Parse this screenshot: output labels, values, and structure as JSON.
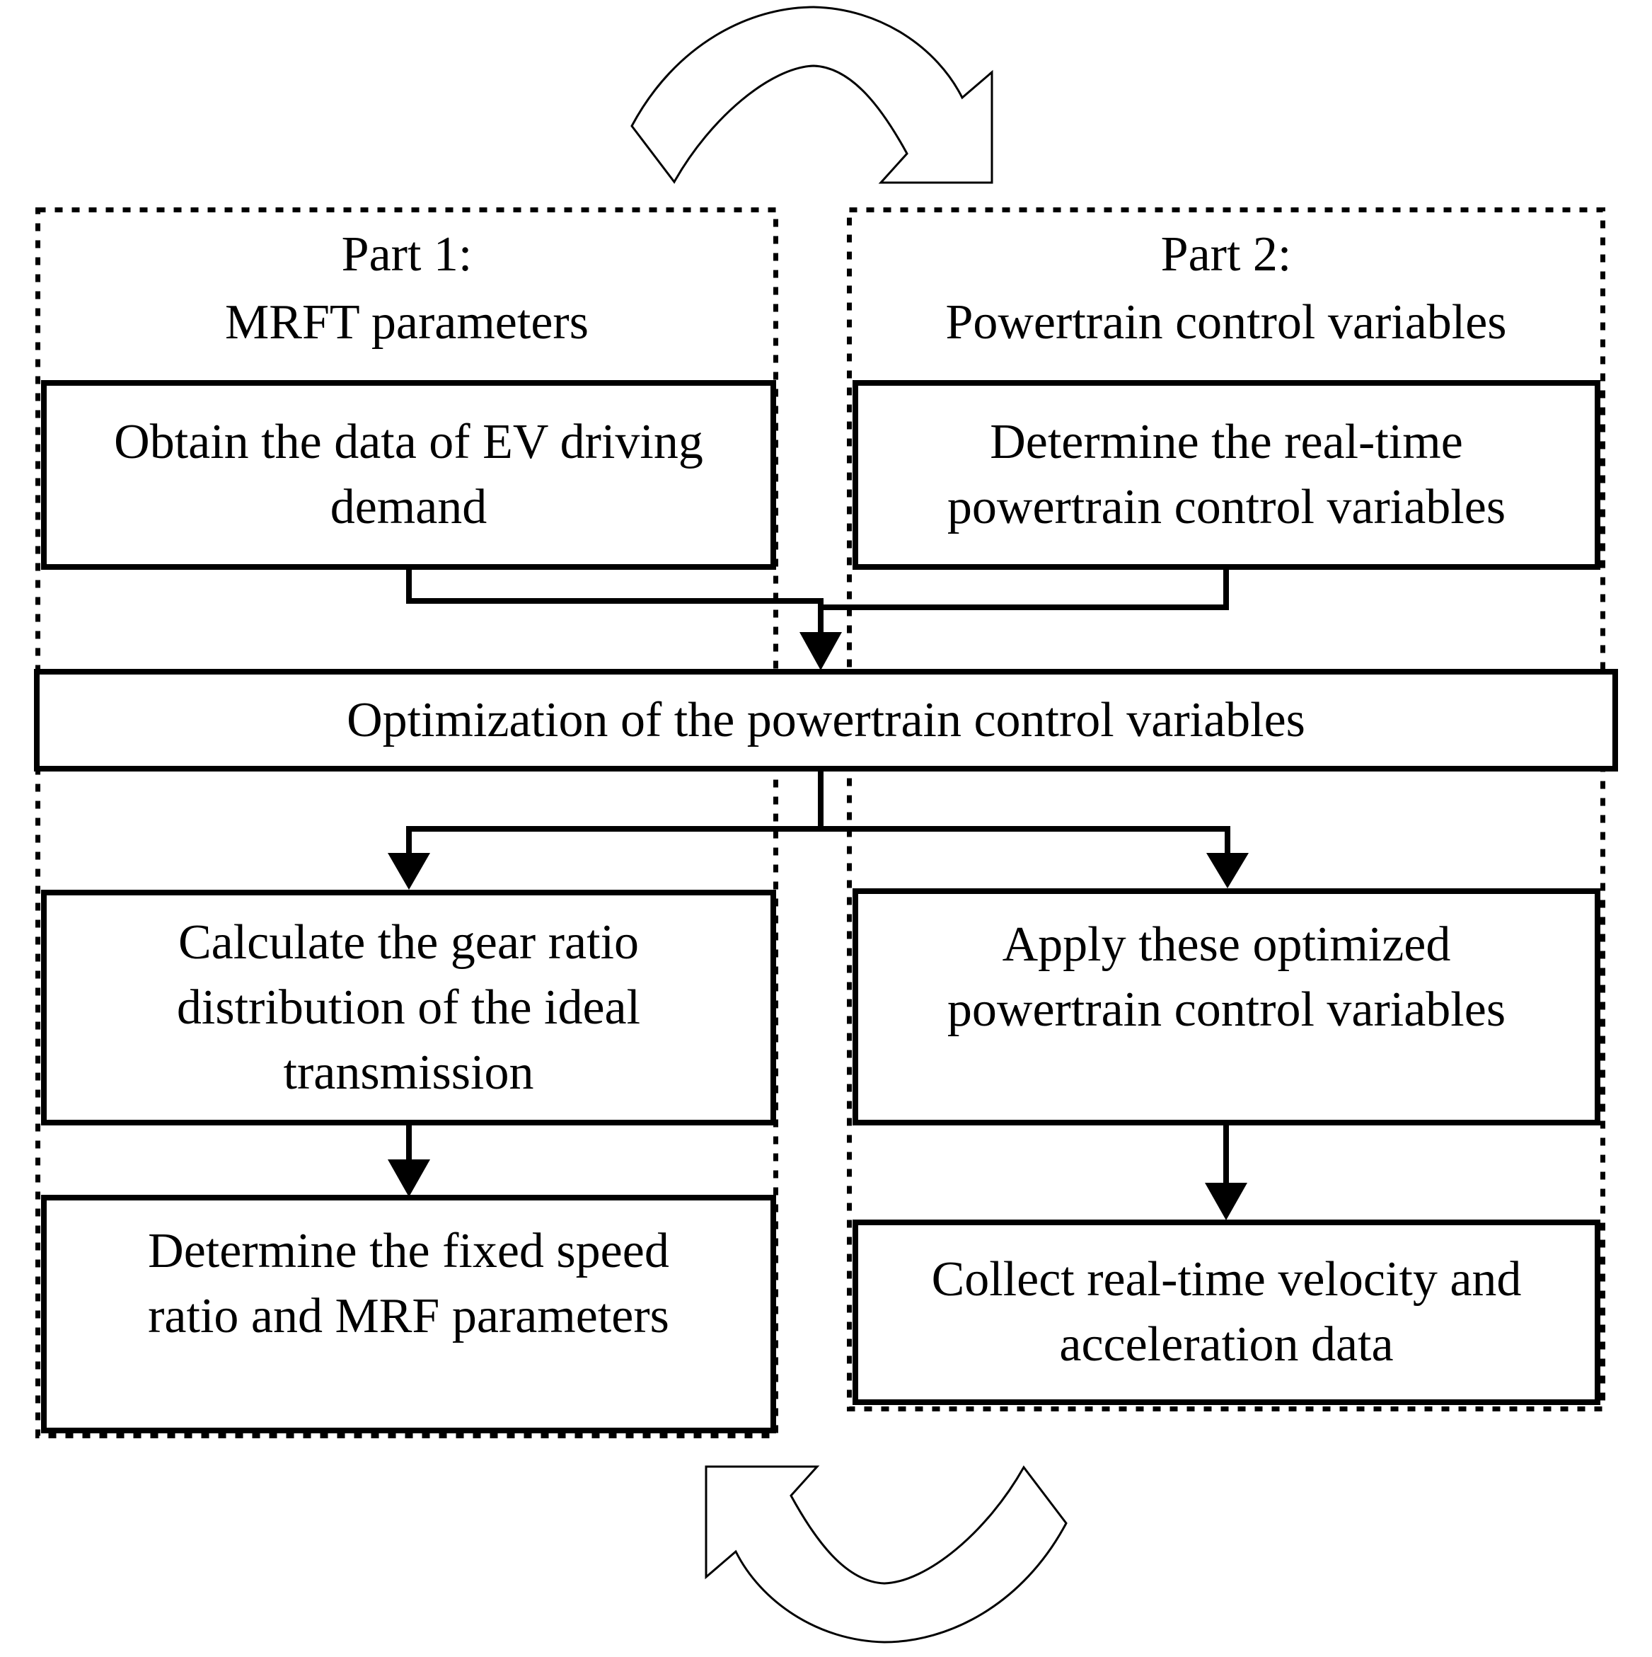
{
  "diagram_title": "MRFT powertrain optimization flowchart",
  "colors": {
    "line": "#000000",
    "background": "#ffffff"
  },
  "icons": {
    "top_arrow": "cycle-arrow-clockwise-top",
    "bottom_arrow": "cycle-arrow-clockwise-bottom",
    "flow_arrows": "down-arrowhead"
  },
  "containers": {
    "part1": {
      "title_lines": [
        "Part 1:",
        "MRFT parameters"
      ]
    },
    "part2": {
      "title_lines": [
        "Part 2:",
        "Powertrain control variables"
      ]
    }
  },
  "boxes": {
    "obtain": {
      "lines": [
        "Obtain the data of EV driving",
        "demand"
      ]
    },
    "determine_realtime": {
      "lines": [
        "Determine the real-time",
        "powertrain control variables"
      ]
    },
    "optimization": {
      "lines": [
        "Optimization of the powertrain control variables"
      ]
    },
    "calculate": {
      "lines": [
        "Calculate the gear ratio",
        "distribution of the ideal",
        "transmission"
      ]
    },
    "determine_fixed": {
      "lines": [
        "Determine the fixed speed",
        "ratio and MRF parameters"
      ]
    },
    "apply": {
      "lines": [
        "Apply these optimized",
        "powertrain control variables"
      ]
    },
    "collect": {
      "lines": [
        "Collect real-time velocity and",
        "acceleration data"
      ]
    }
  }
}
